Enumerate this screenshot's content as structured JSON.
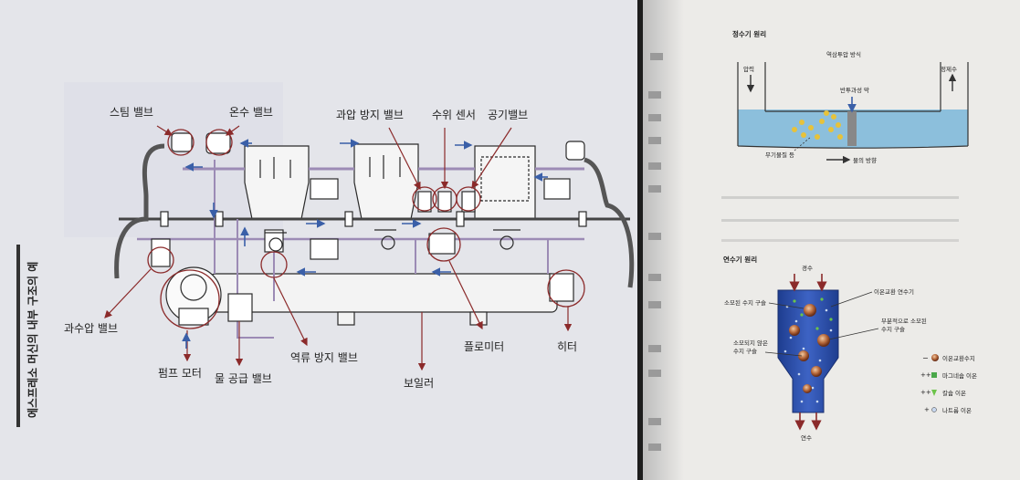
{
  "left_page": {
    "spine_title": "에스프레소 머신의 내부 구조의 예",
    "labels": {
      "steam_valve": "스팀 밸브",
      "hot_water_valve": "온수 밸브",
      "overpressure_valve": "과압 방지 밸브",
      "level_sensor": "수위 센서",
      "air_valve": "공기밸브",
      "over_pressure_valve": "과수압 밸브",
      "pump_motor": "펌프 모터",
      "water_supply_valve": "물 공급 밸브",
      "check_valve": "역류 방지 밸브",
      "boiler": "보일러",
      "flowmeter": "플로미터",
      "heater": "히터"
    }
  },
  "right_page": {
    "purifier": {
      "title": "정수기 원리",
      "subtitle": "역삼투압 방식",
      "input_pressure": "압력",
      "output": "정제수",
      "membrane": "반투과성 막",
      "impurities": "무기물질 등",
      "flow": "물의 방향"
    },
    "softener": {
      "title": "연수기 원리",
      "inflow": "경수",
      "outflow": "연수",
      "consumed_resin": "소모된 수지 구슬",
      "ion_softener": "이온교환 연수기",
      "partial_resin_l1": "부분적으로 소모된",
      "partial_resin_l2": "수지 구슬",
      "unused_resin_l1": "소모되지 않은",
      "unused_resin_l2": "수지 구슬",
      "legend": {
        "resin": "이온교환수지",
        "magnesium": "마그네슘 이온",
        "calcium": "칼슘 이온",
        "sodium": "나트륨 이온"
      }
    }
  },
  "colors": {
    "label_arrow": "#8b2a2a",
    "flow_arrow": "#3a5fa8",
    "pipe_purple": "#9c8bb5",
    "water_blue": "#8cbfdc",
    "tank_blue": "#2e4fa8"
  }
}
